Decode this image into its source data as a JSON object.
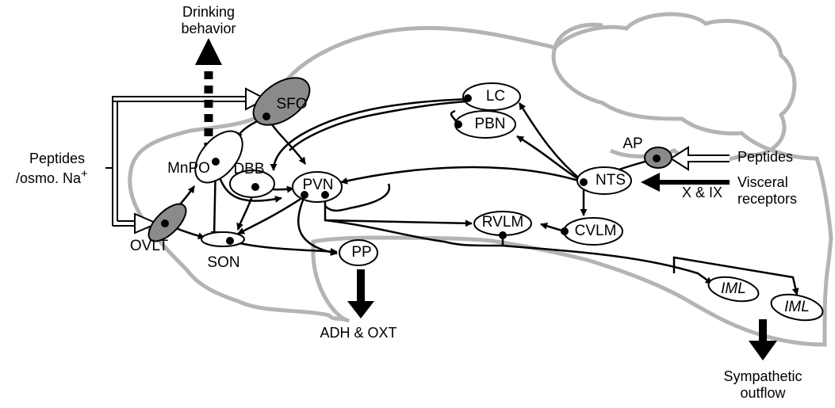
{
  "labels": {
    "drinking_line1": "Drinking",
    "drinking_line2": "behavior",
    "peptides_left_line1": "Peptides",
    "peptides_left_line2": "/osmo. Na",
    "peptides_left_sup": "+",
    "peptides_right": "Peptides",
    "x_ix": "X & IX",
    "visceral_line1": "Visceral",
    "visceral_line2": "receptors",
    "adh_oxt": "ADH & OXT",
    "sympathetic_line1": "Sympathetic",
    "sympathetic_line2": "outflow"
  },
  "nuclei": {
    "sfo": "SFO",
    "mnpo": "MnPO",
    "dbb": "DBB",
    "pvn": "PVN",
    "ovlt": "OVLT",
    "son": "SON",
    "pp": "PP",
    "lc": "LC",
    "pbn": "PBN",
    "ap": "AP",
    "nts": "NTS",
    "rvlm": "RVLM",
    "cvlm": "CVLM",
    "iml1": "IML",
    "iml2": "IML"
  },
  "colors": {
    "brain_outline": "#b4b4b4",
    "shaded_nucleus": "#8a8a8a",
    "line": "#000000"
  }
}
